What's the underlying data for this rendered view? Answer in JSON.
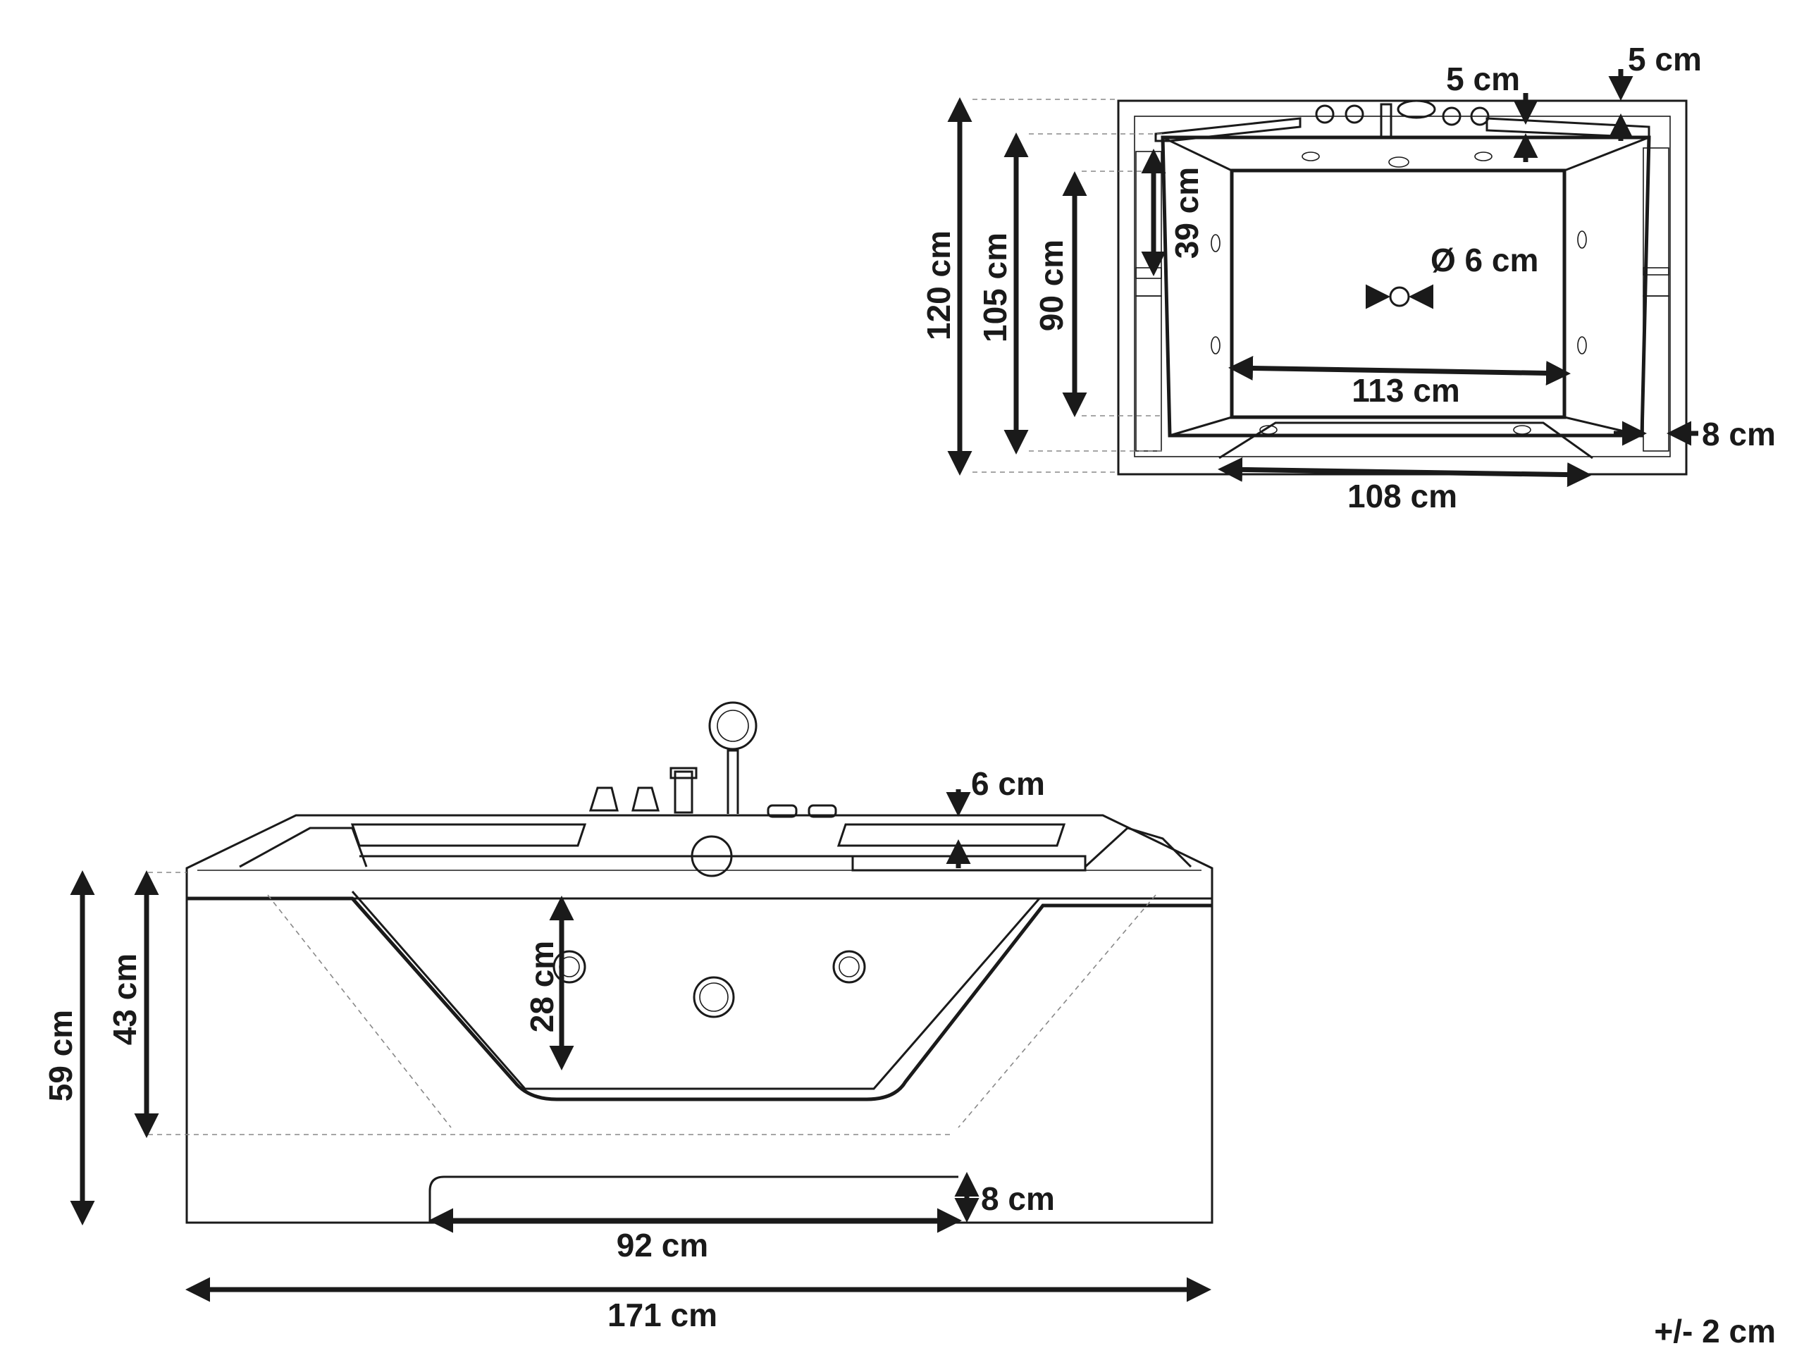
{
  "diagram": {
    "line_color": "#1a1a1a",
    "guide_color": "#888888",
    "top_view": {
      "width_labels": {
        "outer_depth": "120 cm",
        "rim_depth": "105 cm",
        "inner_depth": "90 cm",
        "headrest": "39 cm",
        "drain": "Ø 6 cm",
        "inner_length": "113 cm",
        "step_length": "108 cm",
        "rim_side": "8 cm",
        "rim_top_a": "5 cm",
        "rim_top_b": "5 cm"
      }
    },
    "side_view": {
      "labels": {
        "total_height": "59 cm",
        "rim_height": "43 cm",
        "water_depth": "28 cm",
        "rim_lip": "6 cm",
        "step_height": "8 cm",
        "step_length": "92 cm",
        "total_length": "171 cm"
      }
    },
    "tolerance": "+/- 2 cm"
  }
}
